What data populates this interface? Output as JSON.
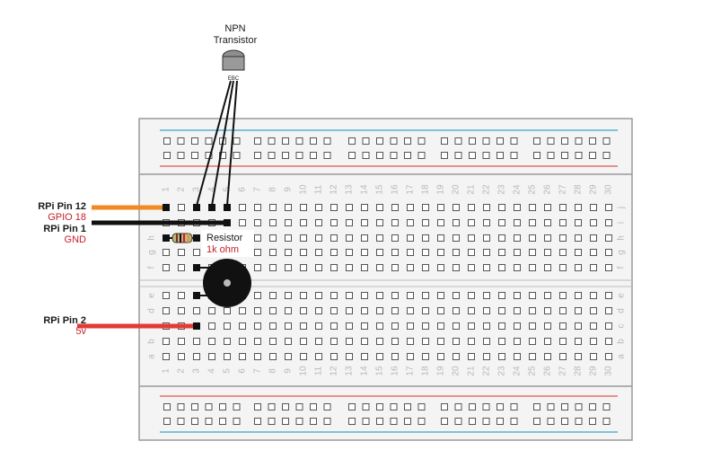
{
  "transistor": {
    "label_line1": "NPN",
    "label_line2": "Transistor",
    "pins": "EBC"
  },
  "resistor": {
    "label": "Resistor",
    "value": "1k ohm"
  },
  "connections": [
    {
      "pin": "RPi Pin 12",
      "signal": "GPIO 18",
      "wire_color": "#f08a24"
    },
    {
      "pin": "RPi Pin 1",
      "signal": "GND",
      "wire_color": "#111111"
    },
    {
      "pin": "RPi Pin 2",
      "signal": "5v",
      "wire_color": "#e43a35"
    }
  ],
  "breadboard": {
    "columns": [
      "1",
      "2",
      "3",
      "4",
      "5",
      "6",
      "7",
      "8",
      "9",
      "10",
      "11",
      "12",
      "13",
      "14",
      "15",
      "16",
      "17",
      "18",
      "19",
      "20",
      "21",
      "22",
      "23",
      "24",
      "25",
      "26",
      "27",
      "28",
      "29",
      "30"
    ],
    "rows_top": [
      "j",
      "i",
      "h",
      "g",
      "f"
    ],
    "rows_bottom": [
      "e",
      "d",
      "c",
      "b",
      "a"
    ],
    "rail_colors": {
      "positive": "#e8908f",
      "negative": "#7ec2d8"
    }
  }
}
